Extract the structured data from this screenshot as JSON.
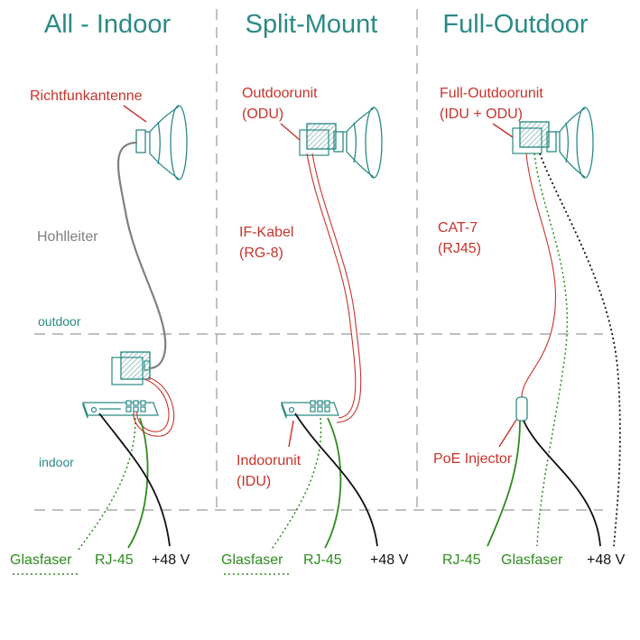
{
  "colors": {
    "teal": "#2b8a86",
    "red": "#c8332b",
    "green": "#2e8b1e",
    "grey": "#808080",
    "black": "#111111",
    "divider": "#9a9a9a"
  },
  "columns": [
    {
      "title": "All - Indoor",
      "labels": {
        "antenna": "Richtfunkantenne",
        "waveguide": "Hohlleiter",
        "outdoor": "outdoor",
        "indoor": "indoor"
      },
      "bottom": [
        "Glasfaser",
        "RJ-45",
        "+48 V"
      ]
    },
    {
      "title": "Split-Mount",
      "labels": {
        "odu_line1": "Outdoorunit",
        "odu_line2": "(ODU)",
        "cable_line1": "IF-Kabel",
        "cable_line2": "(RG-8)",
        "idu_line1": "Indoorunit",
        "idu_line2": "(IDU)"
      },
      "bottom": [
        "Glasfaser",
        "RJ-45",
        "+48 V"
      ]
    },
    {
      "title": "Full-Outdoor",
      "labels": {
        "fo_line1": "Full-Outdoorunit",
        "fo_line2": "(IDU + ODU)",
        "cat_line1": "CAT-7",
        "cat_line2": "(RJ45)",
        "poe": "PoE Injector"
      },
      "bottom": [
        "RJ-45",
        "Glasfaser",
        "+48 V"
      ]
    }
  ]
}
